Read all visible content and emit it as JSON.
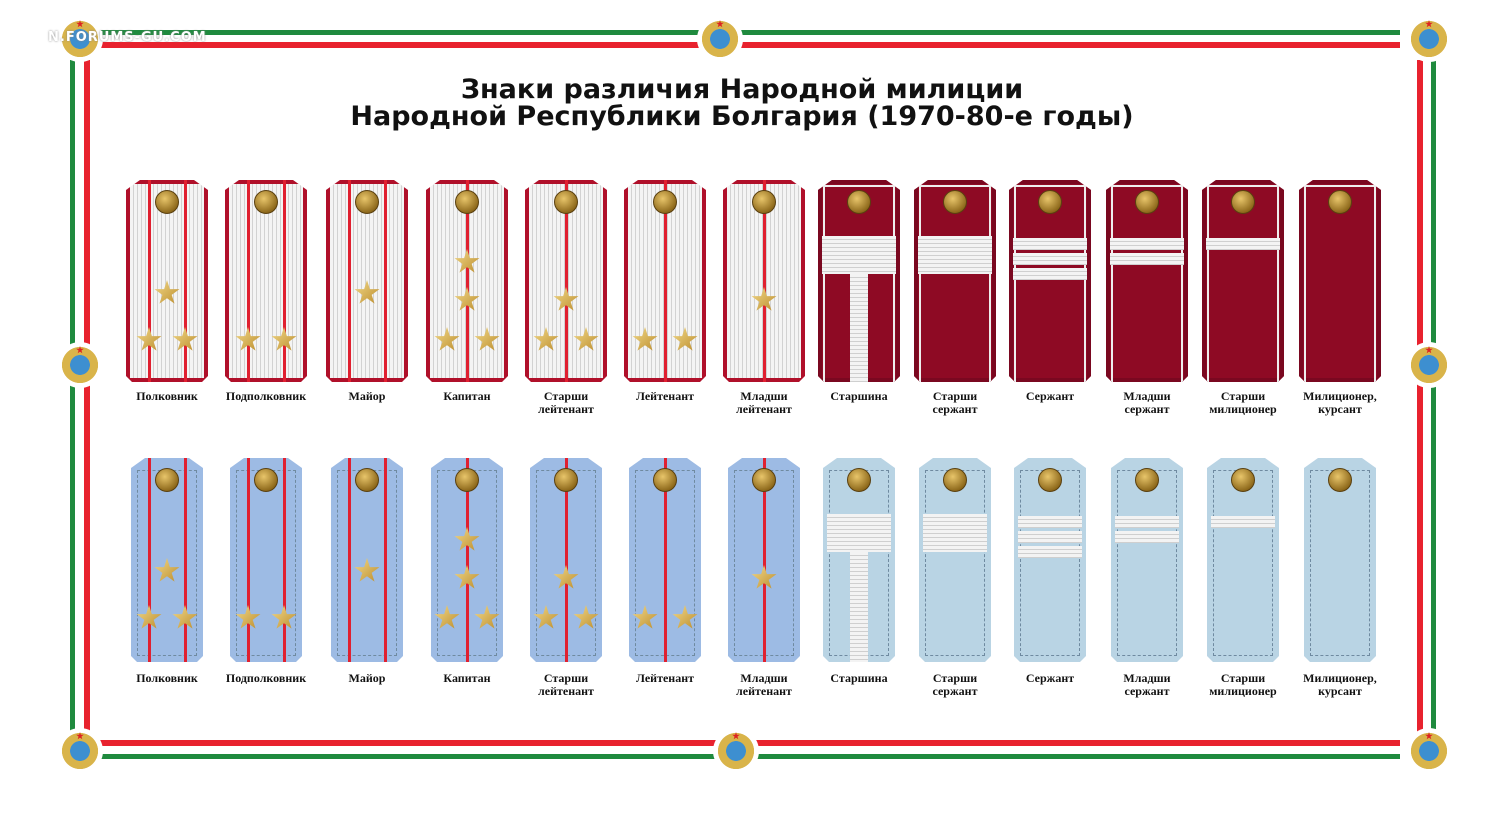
{
  "watermark": "N.FORUMS-GU.COM",
  "title": {
    "line1": "Знаки различия Народной милиции",
    "line2": "Народной Республики Болгария (1970-80-е годы)"
  },
  "colors": {
    "green": "#1f8a3e",
    "red": "#e8222e",
    "parade_red": "#8e0a24",
    "officer_silver": "#e6e6e6",
    "officer_blue": "#9dbbe4",
    "nco_blue": "#b9d4e4",
    "piping": "#e02030"
  },
  "rows": [
    {
      "name": "parade",
      "ranks": [
        {
          "id": "polkovnik",
          "lines": [
            "Полковник"
          ],
          "insignia": "col"
        },
        {
          "id": "podpolkovnik",
          "lines": [
            "Подполковник"
          ],
          "insignia": "ltcol"
        },
        {
          "id": "mayor",
          "lines": [
            "Майор"
          ],
          "insignia": "maj"
        },
        {
          "id": "kapitan",
          "lines": [
            "Капитан"
          ],
          "insignia": "cpt"
        },
        {
          "id": "starshi-leytenant",
          "lines": [
            "Старши",
            "лейтенант"
          ],
          "insignia": "slt"
        },
        {
          "id": "leytenant",
          "lines": [
            "Лейтенант"
          ],
          "insignia": "lt"
        },
        {
          "id": "mladshi-leytenant",
          "lines": [
            "Младши",
            "лейтенант"
          ],
          "insignia": "jlt"
        },
        {
          "id": "starshina",
          "lines": [
            "Старшина"
          ],
          "insignia": "t"
        },
        {
          "id": "starshi-serzhant",
          "lines": [
            "Старши",
            "сержант"
          ],
          "insignia": "wide"
        },
        {
          "id": "serzhant",
          "lines": [
            "Сержант"
          ],
          "insignia": "3"
        },
        {
          "id": "mladshi-serzhant",
          "lines": [
            "Младши",
            "сержант"
          ],
          "insignia": "2"
        },
        {
          "id": "starshi-milicioner",
          "lines": [
            "Старши",
            "милиционер"
          ],
          "insignia": "1"
        },
        {
          "id": "milicioner",
          "lines": [
            "Милиционер,",
            "курсант"
          ],
          "insignia": "0"
        }
      ]
    },
    {
      "name": "everyday",
      "ranks": [
        {
          "id": "polkovnik",
          "lines": [
            "Полковник"
          ],
          "insignia": "col"
        },
        {
          "id": "podpolkovnik",
          "lines": [
            "Подполковник"
          ],
          "insignia": "ltcol"
        },
        {
          "id": "mayor",
          "lines": [
            "Майор"
          ],
          "insignia": "maj"
        },
        {
          "id": "kapitan",
          "lines": [
            "Капитан"
          ],
          "insignia": "cpt"
        },
        {
          "id": "starshi-leytenant",
          "lines": [
            "Старши",
            "лейтенант"
          ],
          "insignia": "slt"
        },
        {
          "id": "leytenant",
          "lines": [
            "Лейтенант"
          ],
          "insignia": "lt"
        },
        {
          "id": "mladshi-leytenant",
          "lines": [
            "Младши",
            "лейтенант"
          ],
          "insignia": "jlt"
        },
        {
          "id": "starshina",
          "lines": [
            "Старшина"
          ],
          "insignia": "t"
        },
        {
          "id": "starshi-serzhant",
          "lines": [
            "Старши",
            "сержант"
          ],
          "insignia": "wide"
        },
        {
          "id": "serzhant",
          "lines": [
            "Сержант"
          ],
          "insignia": "3"
        },
        {
          "id": "mladshi-serzhant",
          "lines": [
            "Младши",
            "сержант"
          ],
          "insignia": "2"
        },
        {
          "id": "starshi-milicioner",
          "lines": [
            "Старши",
            "милиционер"
          ],
          "insignia": "1"
        },
        {
          "id": "milicioner",
          "lines": [
            "Милиционер,",
            "курсант"
          ],
          "insignia": "0"
        }
      ]
    }
  ]
}
